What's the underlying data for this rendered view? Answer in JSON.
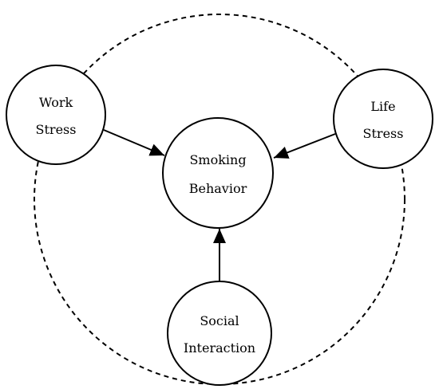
{
  "diagram": {
    "nodes": {
      "work_stress": {
        "line1": "Work",
        "line2": "Stress"
      },
      "life_stress": {
        "line1": "Life",
        "line2": "Stress"
      },
      "smoking_behavior": {
        "line1": "Smoking",
        "line2": "Behavior"
      },
      "social_interaction": {
        "line1": "Social",
        "line2": "Interaction"
      }
    },
    "edges": [
      {
        "from": "work_stress",
        "to": "smoking_behavior"
      },
      {
        "from": "life_stress",
        "to": "smoking_behavior"
      },
      {
        "from": "social_interaction",
        "to": "smoking_behavior"
      }
    ],
    "colors": {
      "stroke": "#000000",
      "background": "#ffffff"
    }
  }
}
